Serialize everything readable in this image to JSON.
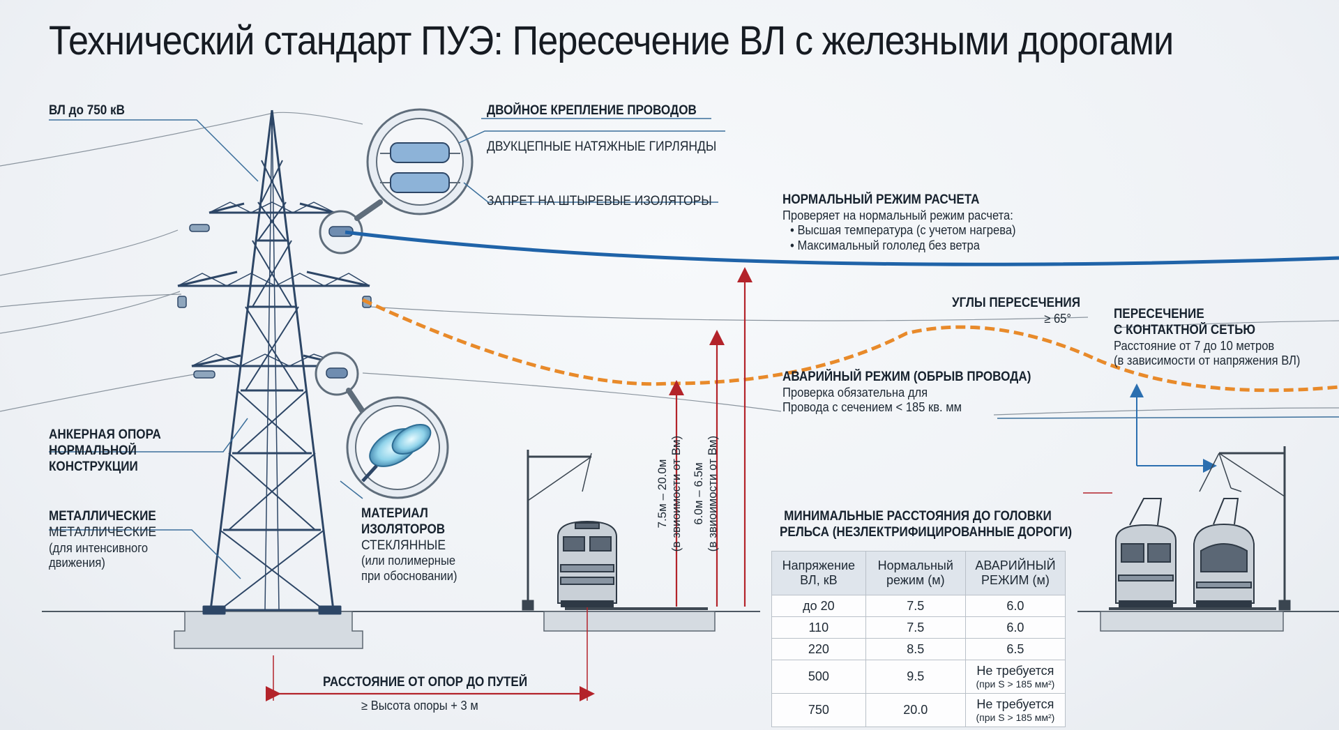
{
  "title": "Технический стандарт ПУЭ: Пересечение ВЛ с железными дорогами",
  "labels": {
    "vl": "ВЛ до 750 кВ",
    "double_mount": "ДВОЙНОЕ КРЕПЛЕНИЕ ПРОВОДОВ",
    "two_chain": "ДВУКЦЕПНЫЕ НАТЯЖНЫЕ ГИРЛЯНДЫ",
    "pin_ban": "ЗАПРЕТ НА ШТЫРЕВЫЕ ИЗОЛЯТОРЫ",
    "normal_mode": {
      "heading": "НОРМАЛЬНЫЙ РЕЖИМ РАСЧЕТА",
      "lines": [
        "Проверяет на нормальный режим расчета:",
        "• Высшая температура (с учетом нагрева)",
        "• Максимальный гололед без ветра"
      ]
    },
    "angles": {
      "heading": "УГЛЫ ПЕРЕСЕЧЕНИЯ",
      "value": "≥ 65°"
    },
    "contact": {
      "heading1": "ПЕРЕСЕЧЕНИЕ",
      "heading2": "С КОНТАКТНОЙ СЕТЬЮ",
      "lines": [
        "Расстояние от 7 до 10 метров",
        "(в зависимости от напряжения ВЛ)"
      ]
    },
    "emergency": {
      "heading": "АВАРИЙНЫЙ РЕЖИМ (ОБРЫВ ПРОВОДА)",
      "lines": [
        "Проверка обязательна для",
        "Провода с сечением < 185 кв. мм"
      ]
    },
    "anchor": [
      "АНКЕРНАЯ ОПОРА",
      "НОРМАЛЬНОЙ",
      "КОНСТРУКЦИИ"
    ],
    "metal": {
      "heading": "МЕТАЛЛИЧЕСКИЕ",
      "lines": [
        "МЕТАЛЛИЧЕСКИЕ",
        "(для интенсивного",
        "движения)"
      ]
    },
    "insulator": {
      "heading1": "МАТЕРИАЛ",
      "heading2": "ИЗОЛЯТОРОВ",
      "lines": [
        "СТЕКЛЯННЫЕ",
        "(или полимерные",
        "при обосновании)"
      ]
    },
    "dim1": [
      "7.5м – 20.0м",
      "(в звиоимости от Вм)"
    ],
    "dim2": [
      "6.0м – 6.5м",
      "(в звиоимости от Вм)"
    ],
    "distance": {
      "heading": "РАССТОЯНИЕ ОТ ОПОР ДО ПУТЕЙ",
      "value": "≥ Высота опоры + 3 м"
    }
  },
  "table": {
    "title1": "МИНИМАЛЬНЫЕ РАССТОЯНИЯ ДО ГОЛОВКИ",
    "title2": "РЕЛЬСА (НЕЗЛЕКТРИФИЦИРОВАННЫЕ ДОРОГИ)",
    "headers": [
      [
        "Напряжение",
        "ВЛ, кВ"
      ],
      [
        "Нормальный",
        "режим (м)"
      ],
      [
        "АВАРИЙНЫЙ",
        "РЕЖИМ (м)"
      ]
    ],
    "rows": [
      [
        "до 20",
        "7.5",
        "6.0"
      ],
      [
        "110",
        "7.5",
        "6.0"
      ],
      [
        "220",
        "8.5",
        "6.5"
      ],
      [
        "500",
        "9.5",
        "Не требуется",
        "(при S > 185 мм²)"
      ],
      [
        "750",
        "20.0",
        "Не требуется",
        "(при S > 185 мм²)"
      ]
    ]
  },
  "colors": {
    "normal_wire": "#1f63a8",
    "emergency_wire": "#e88a2a",
    "dimension": "#b3232a",
    "tower": "#2d4666"
  }
}
